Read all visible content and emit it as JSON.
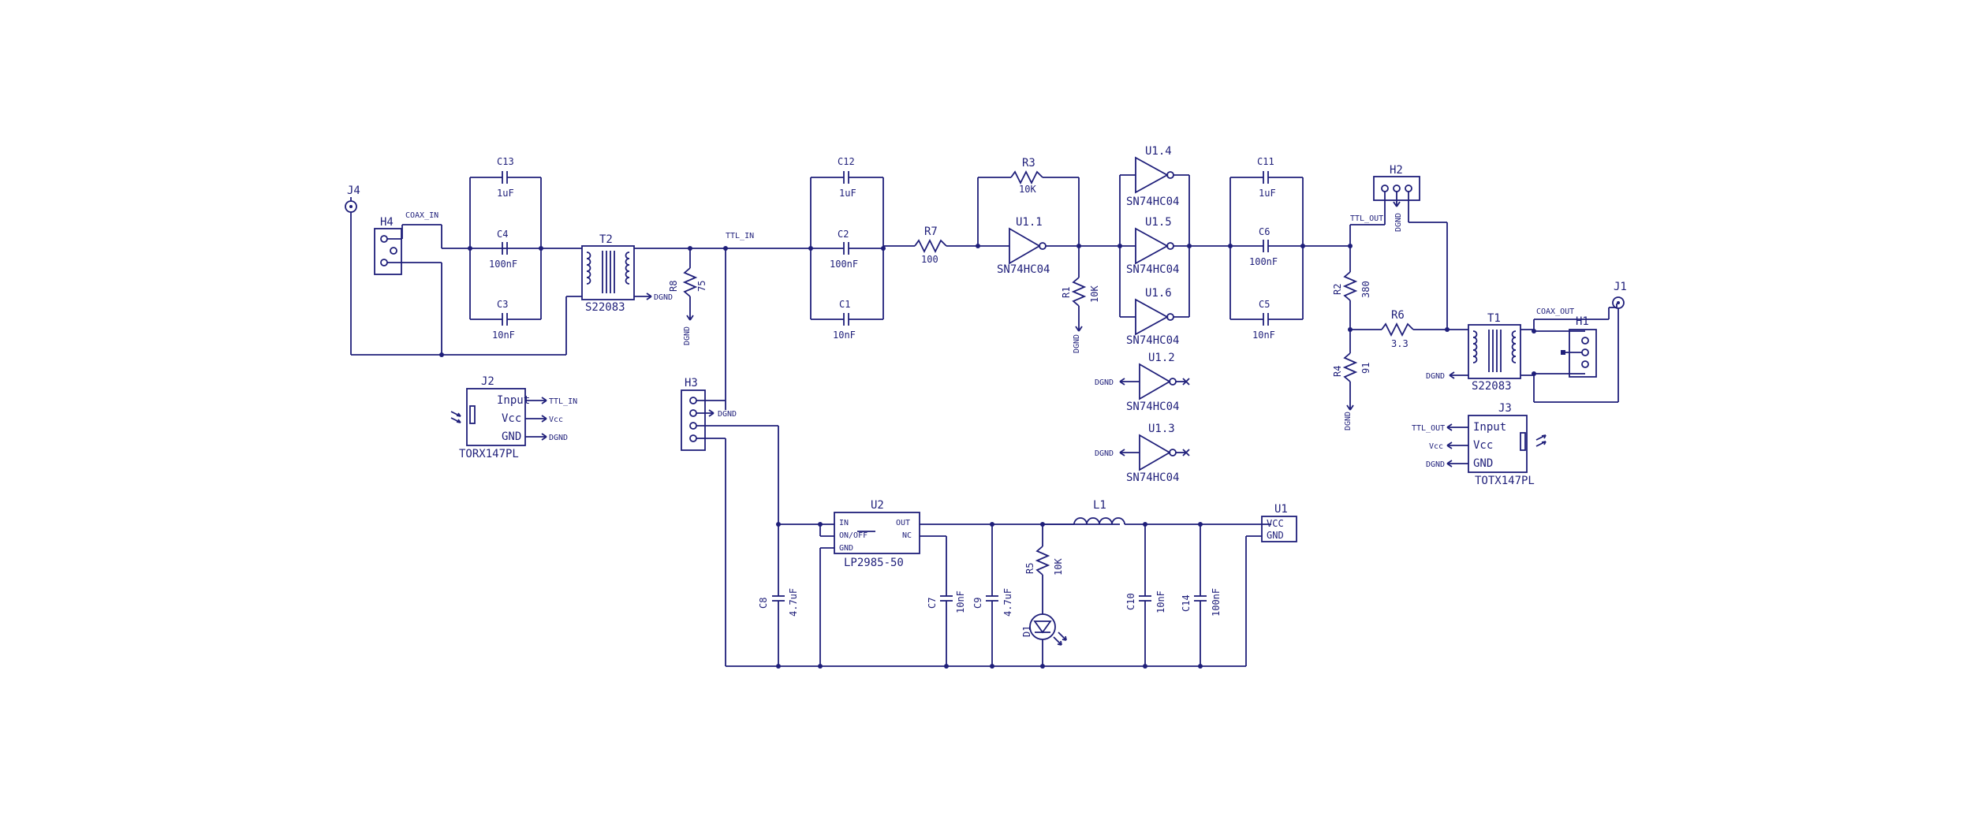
{
  "colors": {
    "ink": "#1f1f7a",
    "background": "#ffffff"
  },
  "labels": {
    "J4": "J4",
    "H4": "H4",
    "coax_in": "COAX_IN",
    "C13": "C13",
    "C13_val": "1uF",
    "C4": "C4",
    "C4_val": "100nF",
    "C3": "C3",
    "C3_val": "10nF",
    "T2": "T2",
    "T2_val": "S22083",
    "dgnd_t2": "DGND",
    "R8": "R8",
    "R8_val": "75",
    "dgnd_r8": "DGND",
    "ttl_in": "TTL_IN",
    "C12": "C12",
    "C12_val": "1uF",
    "C2": "C2",
    "C2_val": "100nF",
    "C1": "C1",
    "C1_val": "10nF",
    "R7": "R7",
    "R7_val": "100",
    "R3": "R3",
    "R3_val": "10K",
    "U1_1": "U1.1",
    "U1_1_val": "SN74HC04",
    "R1": "R1",
    "R1_val": "10K",
    "dgnd_r1": "DGND",
    "U1_4": "U1.4",
    "U1_4_val": "SN74HC04",
    "U1_5": "U1.5",
    "U1_5_val": "SN74HC04",
    "U1_6": "U1.6",
    "U1_6_val": "SN74HC04",
    "U1_2": "U1.2",
    "U1_2_val": "SN74HC04",
    "dgnd_u12": "DGND",
    "U1_3": "U1.3",
    "U1_3_val": "SN74HC04",
    "dgnd_u13": "DGND",
    "C11": "C11",
    "C11_val": "1uF",
    "C6": "C6",
    "C6_val": "100nF",
    "C5": "C5",
    "C5_val": "10nF",
    "H2": "H2",
    "dgnd_h2": "DGND",
    "ttl_out": "TTL_OUT",
    "R2": "R2",
    "R2_val": "380",
    "R6": "R6",
    "R6_val": "3.3",
    "R4": "R4",
    "R4_val": "91",
    "dgnd_r4": "DGND",
    "T1": "T1",
    "T1_val": "S22083",
    "dgnd_t1": "DGND",
    "coax_out": "COAX_OUT",
    "H1": "H1",
    "J1": "J1",
    "J2": "J2",
    "J2_val": "TORX147PL",
    "J2_input": "Input",
    "J2_vcc": "Vcc",
    "J2_gnd": "GND",
    "J2_net_input": "TTL_IN",
    "J2_net_vcc": "Vcc",
    "J2_net_gnd": "DGND",
    "J3": "J3",
    "J3_val": "TOTX147PL",
    "J3_input": "Input",
    "J3_vcc": "Vcc",
    "J3_gnd": "GND",
    "J3_net_input": "TTL_OUT",
    "J3_net_vcc": "Vcc",
    "J3_net_gnd": "DGND",
    "H3": "H3",
    "dgnd_h3": "DGND",
    "U2": "U2",
    "U2_val": "LP2985-50",
    "U2_in": "IN",
    "U2_onoff": "ON/OFF",
    "U2_gnd": "GND",
    "U2_out": "OUT",
    "U2_nc": "NC",
    "C8": "C8",
    "C8_val": "4.7uF",
    "C7": "C7",
    "C7_val": "10nF",
    "C9": "C9",
    "C9_val": "4.7uF",
    "R5": "R5",
    "R5_val": "10K",
    "D1": "D1",
    "L1": "L1",
    "C10": "C10",
    "C10_val": "10nF",
    "C14": "C14",
    "C14_val": "100nF",
    "U1": "U1",
    "U1_vcc": "VCC",
    "U1_gnd": "GND"
  }
}
